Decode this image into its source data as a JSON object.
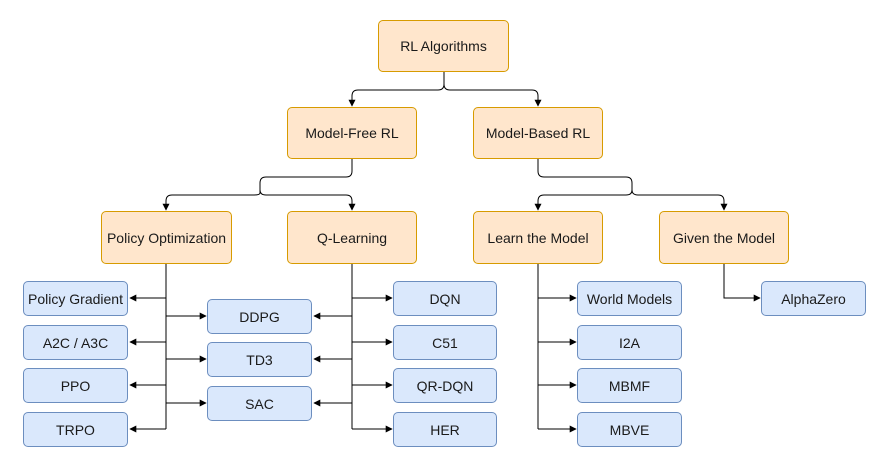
{
  "nodes": {
    "root": "RL Algorithms",
    "model_free": "Model-Free RL",
    "model_based": "Model-Based RL",
    "policy_opt": "Policy Optimization",
    "q_learning": "Q-Learning",
    "learn_model": "Learn the Model",
    "given_model": "Given the Model",
    "policy_gradient": "Policy Gradient",
    "a2c": "A2C / A3C",
    "ppo": "PPO",
    "trpo": "TRPO",
    "ddpg": "DDPG",
    "td3": "TD3",
    "sac": "SAC",
    "dqn": "DQN",
    "c51": "C51",
    "qrdqn": "QR-DQN",
    "her": "HER",
    "world_models": "World Models",
    "i2a": "I2A",
    "mbmf": "MBMF",
    "mbve": "MBVE",
    "alphazero": "AlphaZero"
  },
  "colors": {
    "orange_fill": "#ffe6cc",
    "orange_border": "#d79b00",
    "blue_fill": "#dae8fc",
    "blue_border": "#6c8ebf",
    "edge": "#000000"
  }
}
